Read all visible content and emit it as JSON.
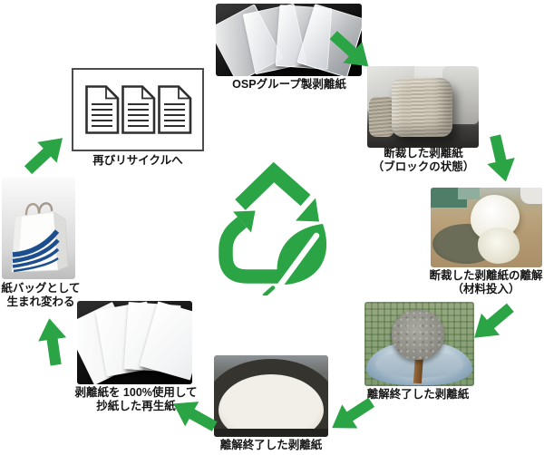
{
  "diagram": {
    "steps": [
      {
        "id": "osp-release-paper",
        "caption": "OSPグループ製剥離紙"
      },
      {
        "id": "cut-block",
        "caption": "断裁した剥離紙",
        "caption2": "（ブロックの状態）"
      },
      {
        "id": "disintegration",
        "caption": "断裁した剥離紙の離解",
        "caption2": "（材料投入）"
      },
      {
        "id": "disintegrated-on-scoop",
        "caption": "離解終了した剥離紙"
      },
      {
        "id": "disintegrated-in-vat",
        "caption": "離解終了した剥離紙"
      },
      {
        "id": "recycled-paper",
        "caption": "剥離紙を 100%使用して",
        "caption2": "抄紙した再生紙"
      },
      {
        "id": "paper-bag",
        "caption": "紙バッグとして",
        "caption2": "生まれ変わる"
      },
      {
        "id": "recycle-again",
        "caption": "再びリサイクルへ"
      }
    ],
    "flow_arrows": [
      {
        "from": "osp-release-paper",
        "to": "cut-block",
        "direction": "down-right"
      },
      {
        "from": "cut-block",
        "to": "disintegration",
        "direction": "down"
      },
      {
        "from": "disintegration",
        "to": "disintegrated-on-scoop",
        "direction": "down-left"
      },
      {
        "from": "disintegrated-on-scoop",
        "to": "disintegrated-in-vat",
        "direction": "left-down"
      },
      {
        "from": "disintegrated-in-vat",
        "to": "recycled-paper",
        "direction": "up-left"
      },
      {
        "from": "recycled-paper",
        "to": "paper-bag",
        "direction": "up"
      },
      {
        "from": "paper-bag",
        "to": "recycle-again",
        "direction": "up-right"
      }
    ],
    "center_icon": "recycle-arrows-with-leaf",
    "colors": {
      "green": "#2aa444",
      "caption_text": "#161616",
      "bag_blue": "#1d4f8f"
    }
  }
}
